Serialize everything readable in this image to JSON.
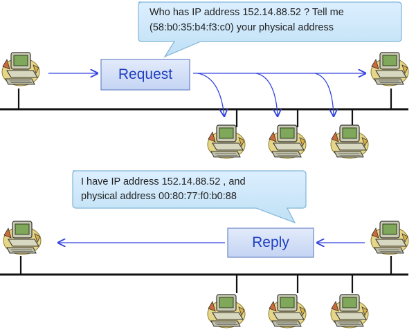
{
  "request": {
    "callout": {
      "line1": "Who has IP address 152.14.88.52 ? Tell me",
      "line2": "(58:b0:35:b4:f3:c0) your physical address"
    },
    "label": "Request"
  },
  "reply": {
    "callout": {
      "line1": "I have IP address 152.14.88.52 , and",
      "line2": "physical address 00:80:77:f0:b0:88"
    },
    "label": "Reply"
  },
  "colors": {
    "arrow": "#3344dd",
    "box_fill": "#cfdcf6",
    "box_border": "#6b86c8",
    "callout_fill": "#c9e6f8",
    "callout_border": "#7fb4d8",
    "network_line": "#111111"
  },
  "icons": {
    "host": "computer-clipart-icon"
  }
}
